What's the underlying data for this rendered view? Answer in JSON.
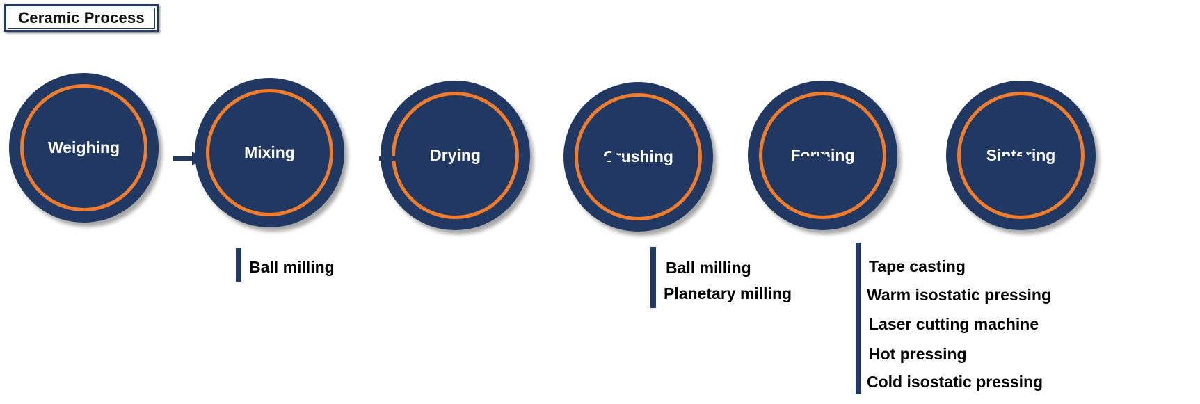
{
  "title": "Ceramic Process",
  "colors": {
    "navy": "#213863",
    "orange": "#ef7d2d",
    "text": "#000000",
    "step_text": "#ffffff"
  },
  "steps": [
    {
      "label": "Weighing"
    },
    {
      "label": "Mixing"
    },
    {
      "label": "Drying"
    },
    {
      "label": "Crushing"
    },
    {
      "label": "Forming"
    },
    {
      "label": "Sintering"
    }
  ],
  "arrow_icon": "right-arrow-icon",
  "methods": {
    "mixing": [
      "Ball milling"
    ],
    "crushing": [
      "Ball milling",
      "Planetary milling"
    ],
    "forming": [
      "Tape casting",
      "Warm isostatic pressing",
      "Laser cutting machine",
      "Hot pressing",
      "Cold isostatic pressing"
    ]
  }
}
